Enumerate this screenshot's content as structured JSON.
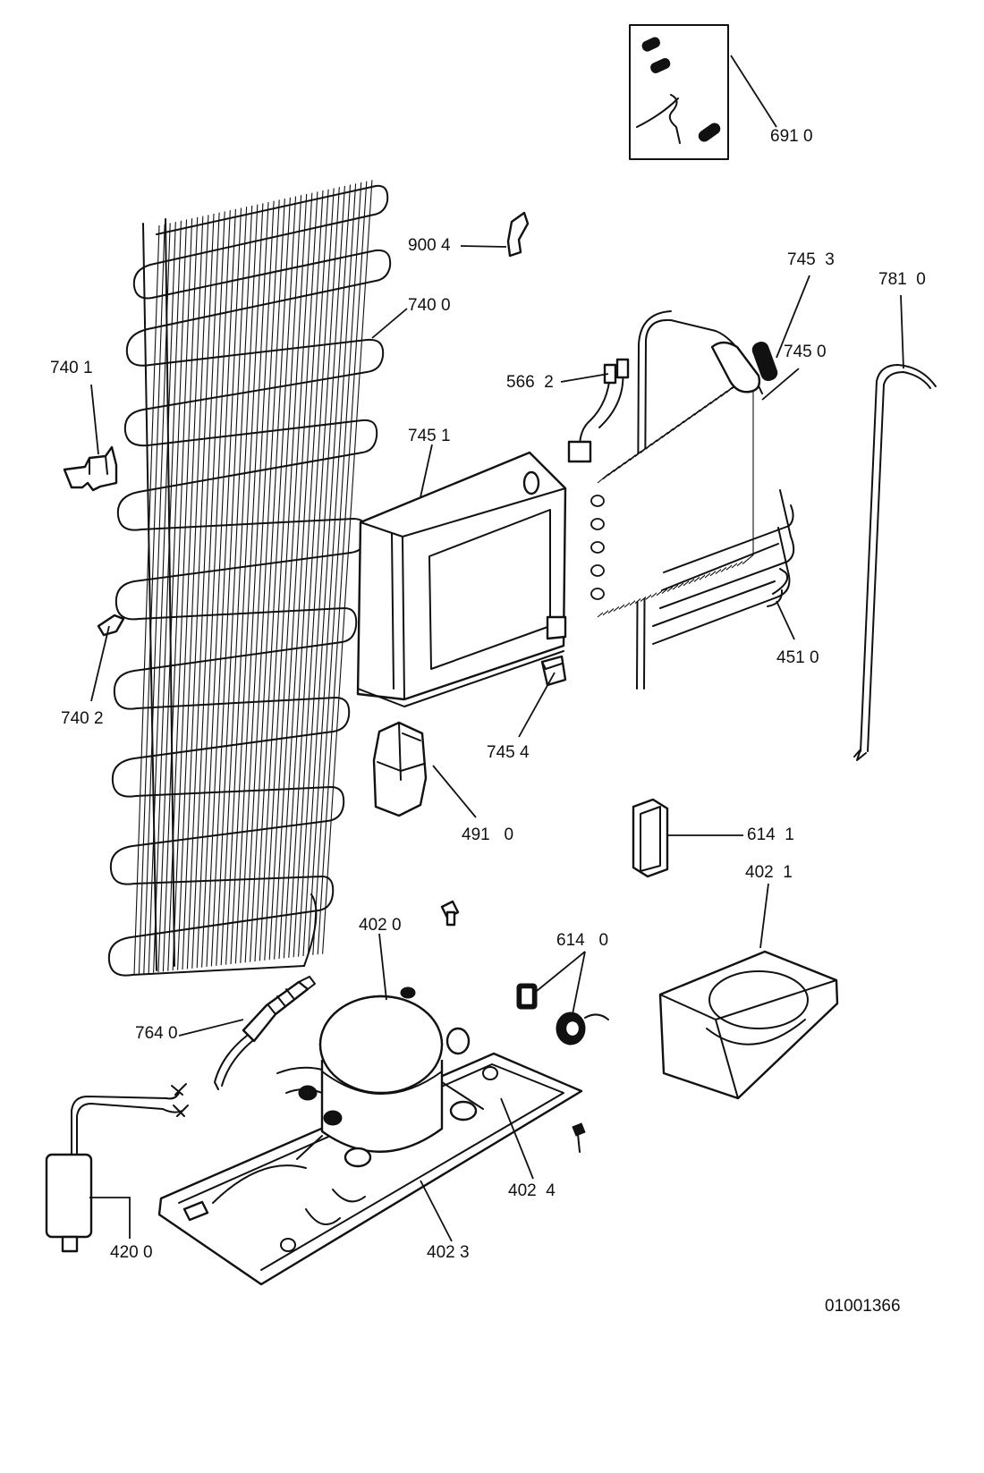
{
  "diagram": {
    "drawing_number": "01001366",
    "parts": [
      {
        "id": "691",
        "ref": "691 0"
      },
      {
        "id": "9004",
        "ref": "900 4"
      },
      {
        "id": "7453",
        "ref": "745  3"
      },
      {
        "id": "781",
        "ref": "781  0"
      },
      {
        "id": "7400",
        "ref": "740 0"
      },
      {
        "id": "7450",
        "ref": "745 0"
      },
      {
        "id": "7401",
        "ref": "740 1"
      },
      {
        "id": "5662",
        "ref": "566  2"
      },
      {
        "id": "7451",
        "ref": "745 1"
      },
      {
        "id": "451",
        "ref": "451 0"
      },
      {
        "id": "7402",
        "ref": "740 2"
      },
      {
        "id": "7454",
        "ref": "745 4"
      },
      {
        "id": "491",
        "ref": "491   0"
      },
      {
        "id": "6141",
        "ref": "614  1"
      },
      {
        "id": "4021",
        "ref": "402  1"
      },
      {
        "id": "4020",
        "ref": "402 0"
      },
      {
        "id": "6140",
        "ref": "614   0"
      },
      {
        "id": "764",
        "ref": "764 0"
      },
      {
        "id": "4024",
        "ref": "402  4"
      },
      {
        "id": "420",
        "ref": "420 0"
      },
      {
        "id": "4023",
        "ref": "402 3"
      }
    ]
  }
}
